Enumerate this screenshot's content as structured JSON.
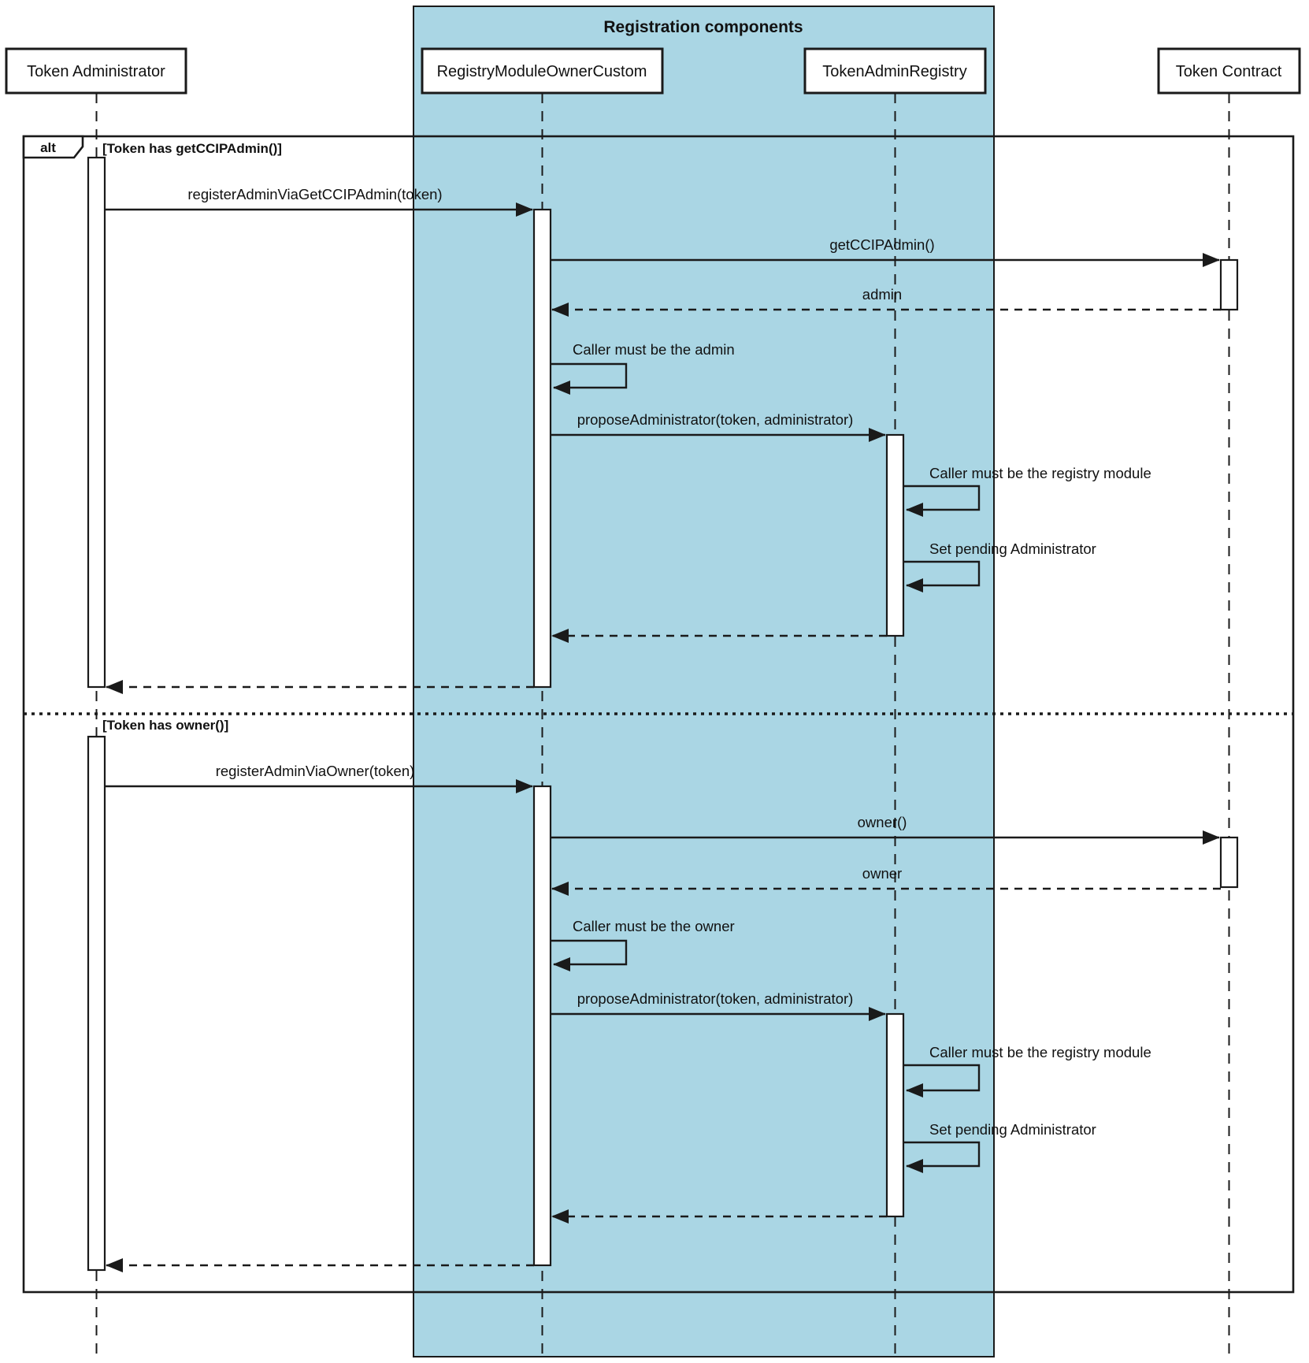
{
  "frame": {
    "operator": "alt",
    "container_title": "Registration components"
  },
  "colors": {
    "container_fill": "#aad6e4",
    "line": "#1a1a1a",
    "background": "#ffffff"
  },
  "participants": [
    {
      "label": "Token Administrator"
    },
    {
      "label": "RegistryModuleOwnerCustom"
    },
    {
      "label": "TokenAdminRegistry"
    },
    {
      "label": "Token Contract"
    }
  ],
  "sections": [
    {
      "guard": "[Token has getCCIPAdmin()]",
      "call_register": "registerAdminViaGetCCIPAdmin(token)",
      "call_get_admin": "getCCIPAdmin()",
      "return_admin": "admin",
      "self_caller_check": "Caller must be the admin",
      "call_propose": "proposeAdministrator(token, administrator)",
      "self_registry_check": "Caller must be the registry module",
      "self_set_pending": "Set pending Administrator"
    },
    {
      "guard": "[Token has owner()]",
      "call_register": "registerAdminViaOwner(token)",
      "call_get_admin": "owner()",
      "return_admin": "owner",
      "self_caller_check": "Caller must be the owner",
      "call_propose": "proposeAdministrator(token, administrator)",
      "self_registry_check": "Caller must be the registry module",
      "self_set_pending": "Set pending Administrator"
    }
  ]
}
